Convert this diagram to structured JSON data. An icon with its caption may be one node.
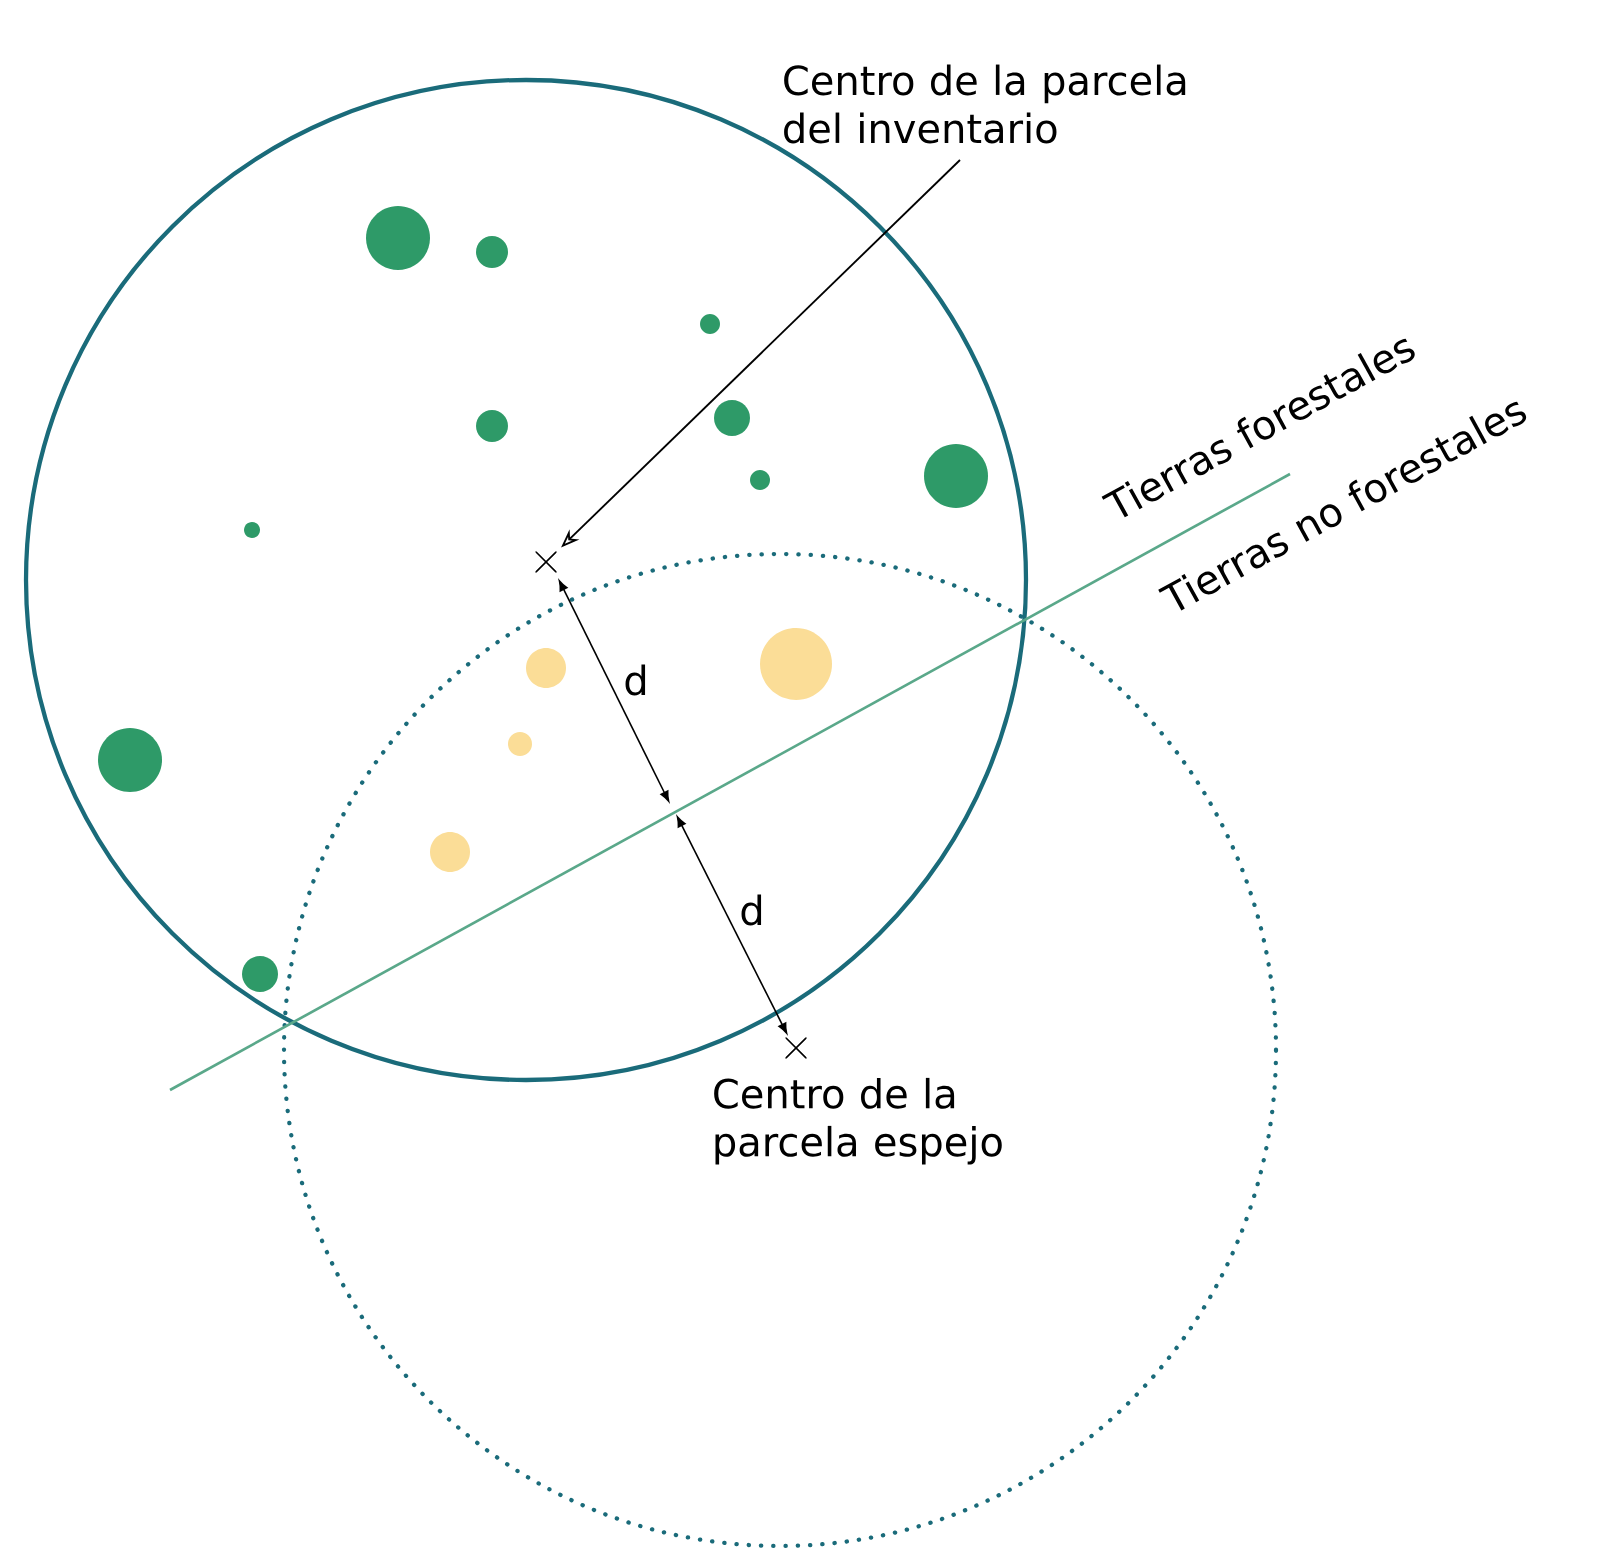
{
  "diagram": {
    "nodes": [
      {
        "text": [
          "Centro de la parcela del inventario"
        ]
      },
      {
        "text": [],
        "shape": "cross"
      },
      {
        "text": [],
        "shape": "cross",
        "beside": [
          "Centro de la parcela espejo"
        ]
      }
    ],
    "edges": [
      {
        "from": 0,
        "to": 1,
        "arrow": "to"
      }
    ],
    "labels": [
      "Tierras forestales",
      "Tierras no forestales",
      "d",
      "d"
    ]
  }
}
